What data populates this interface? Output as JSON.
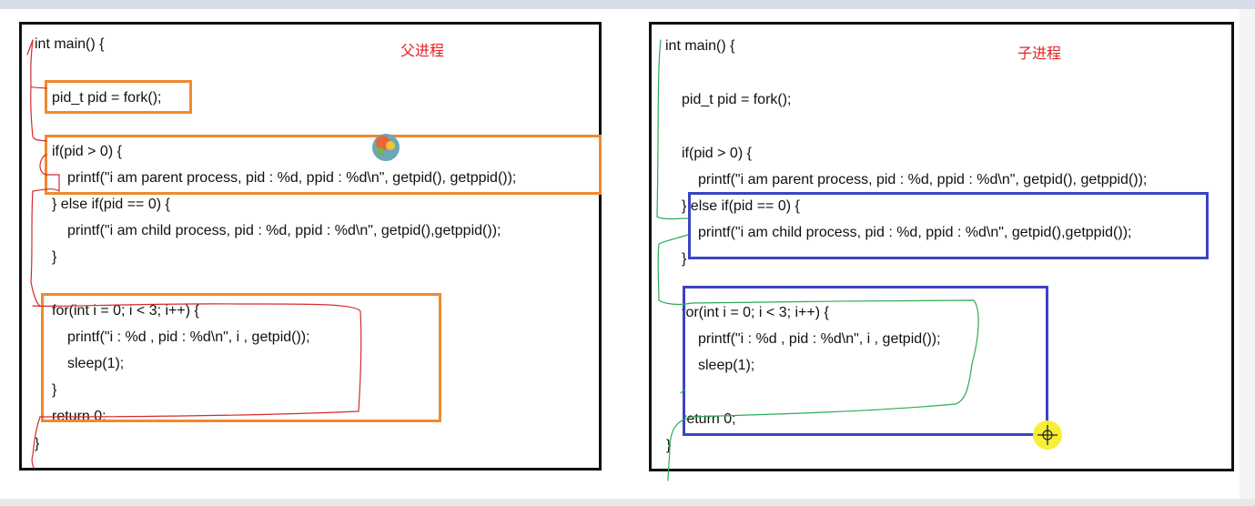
{
  "left_panel": {
    "title": "父进程",
    "lines": [
      "int main() {",
      "pid_t pid = fork();",
      "if(pid > 0) {",
      "printf(\"i am parent process, pid : %d, ppid : %d\\n\", getpid(), getppid());",
      "} else if(pid == 0) {",
      "printf(\"i am child process, pid : %d, ppid : %d\\n\", getpid(),getppid());",
      "}",
      "for(int i = 0; i < 3; i++) {",
      "printf(\"i : %d , pid : %d\\n\", i , getpid());",
      "sleep(1);",
      "}",
      "return 0;",
      "}"
    ]
  },
  "right_panel": {
    "title": "子进程",
    "lines": [
      "int main() {",
      "pid_t pid = fork();",
      "if(pid > 0) {",
      "printf(\"i am parent process, pid : %d, ppid : %d\\n\", getpid(), getppid());",
      "} else if(pid == 0) {",
      "printf(\"i am child process, pid : %d, ppid : %d\\n\", getpid(),getppid());",
      "}",
      "for(int i = 0; i < 3; i++) {",
      "printf(\"i : %d , pid : %d\\n\", i , getpid());",
      "sleep(1);",
      "return 0;",
      "}"
    ]
  },
  "colors": {
    "parent_highlight": "#f0892e",
    "child_highlight": "#3b44c4",
    "parent_ink": "#d42b2b",
    "child_ink": "#2bab55",
    "title_color": "#e32020"
  },
  "icons": [
    "pen-cursor-icon",
    "crosshair-cursor-icon"
  ]
}
